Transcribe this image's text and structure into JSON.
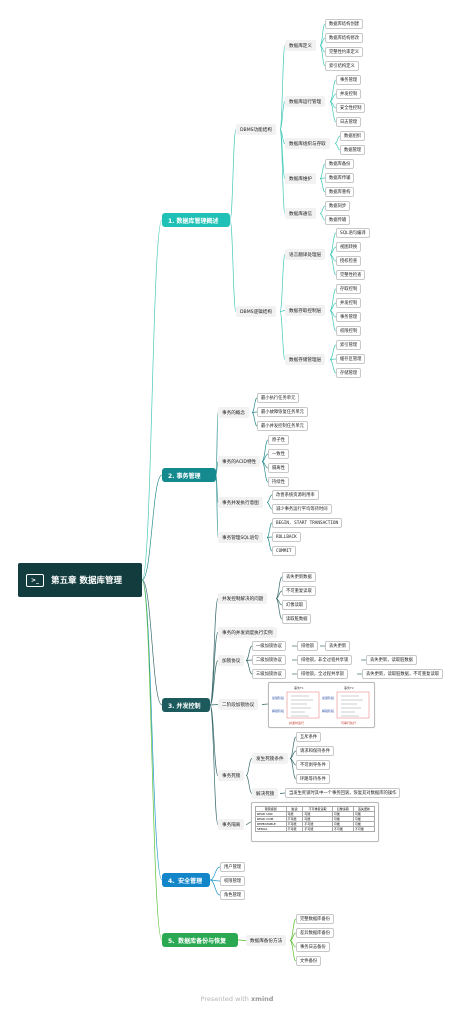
{
  "root": {
    "title": "第五章 数据库管理",
    "icon": ">_"
  },
  "colors": {
    "root": "#123c3e",
    "s1": "#1fc0b5",
    "s2": "#148a8f",
    "s3": "#1c5a5d",
    "s4": "#1386c9",
    "s5": "#2aa852",
    "line_s1": "#46c9b8",
    "line_s2": "#2a8d8c",
    "line_s3": "#3d6d6e",
    "line_s4": "#2196c9",
    "line_s5": "#5bbf35"
  },
  "s1": {
    "title": "1. 数据库管理概述",
    "dbms_func": {
      "title": "DBMS功能结构",
      "groups": [
        {
          "label": "数据库定义",
          "leaves": [
            "数据库结构创建",
            "数据库结构修改",
            "完整性约束定义",
            "索引结构定义"
          ]
        },
        {
          "label": "数据库运行管理",
          "leaves": [
            "事务管理",
            "并发控制",
            "安全性控制",
            "日志管理"
          ]
        },
        {
          "label": "数据库组织与存取",
          "leaves": [
            "数据组织",
            "数据管理"
          ]
        },
        {
          "label": "数据库维护",
          "leaves": [
            "数据库备份",
            "数据库传输",
            "数据库重构"
          ]
        },
        {
          "label": "数据库通信",
          "leaves": [
            "数据同步",
            "数据传输"
          ]
        }
      ]
    },
    "dbms_logic": {
      "title": "DBMS逻辑结构",
      "groups": [
        {
          "label": "语言翻译处理层",
          "leaves": [
            "SQL语句编译",
            "视图转换",
            "授权检查",
            "完整性检查"
          ]
        },
        {
          "label": "数据存取控制层",
          "leaves": [
            "存取控制",
            "并发控制",
            "事务管理",
            "权限控制"
          ]
        },
        {
          "label": "数据存储管理层",
          "leaves": [
            "索引管理",
            "缓存区管理",
            "存储管理"
          ]
        }
      ]
    }
  },
  "s2": {
    "title": "2. 事务管理",
    "groups": [
      {
        "label": "事务的概念",
        "leaves": [
          "最小执行任务单元",
          "最小故障恢复任务单元",
          "最小并发控制任务单元"
        ]
      },
      {
        "label": "事务的ACID特性",
        "leaves": [
          "原子性",
          "一致性",
          "隔离性",
          "持续性"
        ]
      },
      {
        "label": "事务并发执行意图",
        "leaves": [
          "改善系统资源利用率",
          "减少事务运行平均等待时间"
        ]
      },
      {
        "label": "事务管理SQL语句",
        "leaves": [
          "BEGIN, START TRANSACTION",
          "ROLLBACK",
          "COMMIT"
        ]
      }
    ]
  },
  "s3": {
    "title": "3. 并发控制",
    "problems": {
      "label": "并发控制解决的问题",
      "leaves": [
        "丢失更新数据",
        "不可重复读取",
        "幻像读取",
        "读取脏数据"
      ]
    },
    "schedule": "事务的并发调度执行实例",
    "lock": {
      "label": "加锁协议",
      "rows": [
        {
          "level": "一级加锁协议",
          "lock": "排他锁",
          "result": "丢失更新"
        },
        {
          "level": "二级加锁协议",
          "lock": "排他锁，非全过程共享锁",
          "result": "丢失更新，读取脏数据"
        },
        {
          "level": "三级加锁协议",
          "lock": "排他锁，全过程共享锁",
          "result": "丢失更新，读取脏数据，不可重复读取"
        }
      ]
    },
    "two_phase": {
      "label": "二阶段加锁协议",
      "t1": "事务T1",
      "t2": "事务T2",
      "lock_phase": "加锁阶段",
      "unlock_phase": "解锁阶段",
      "caption1": "并发时运行",
      "caption2": "可串行执行"
    },
    "deadlock": {
      "label": "事务死锁",
      "occur": {
        "label": "发生死锁条件",
        "leaves": [
          "互斥条件",
          "请求和保持条件",
          "不可剥夺条件",
          "环路等待条件"
        ]
      },
      "solve": {
        "label": "解决死锁",
        "text": "当发生死锁时其中一个事务回滚，恢复其对数据库的操作"
      }
    },
    "isolation": {
      "label": "事务隔离",
      "headers": [
        "隔离级别",
        "脏读",
        "不可重复读取",
        "幻像读取",
        "丢失更新"
      ],
      "rows": [
        [
          "READ UNC",
          "可能",
          "可能",
          "可能",
          "可能"
        ],
        [
          "READ COM",
          "不可能",
          "可能",
          "可能",
          "可能"
        ],
        [
          "REPEATABLE",
          "不可能",
          "不可能",
          "可能",
          "可能"
        ],
        [
          "SERIAL",
          "不可能",
          "不可能",
          "不可能",
          "不可能"
        ]
      ]
    }
  },
  "s4": {
    "title": "4、安全管理",
    "leaves": [
      "用户管理",
      "权限管理",
      "角色管理"
    ]
  },
  "s5": {
    "title": "5、数据库备份与恢复",
    "method": "数据库备份方法",
    "leaves": [
      "完整数据库备份",
      "差异数据库备份",
      "事务日志备份",
      "文件备份"
    ]
  },
  "footer": {
    "prefix": "Presented with",
    "brand": "xmind"
  }
}
